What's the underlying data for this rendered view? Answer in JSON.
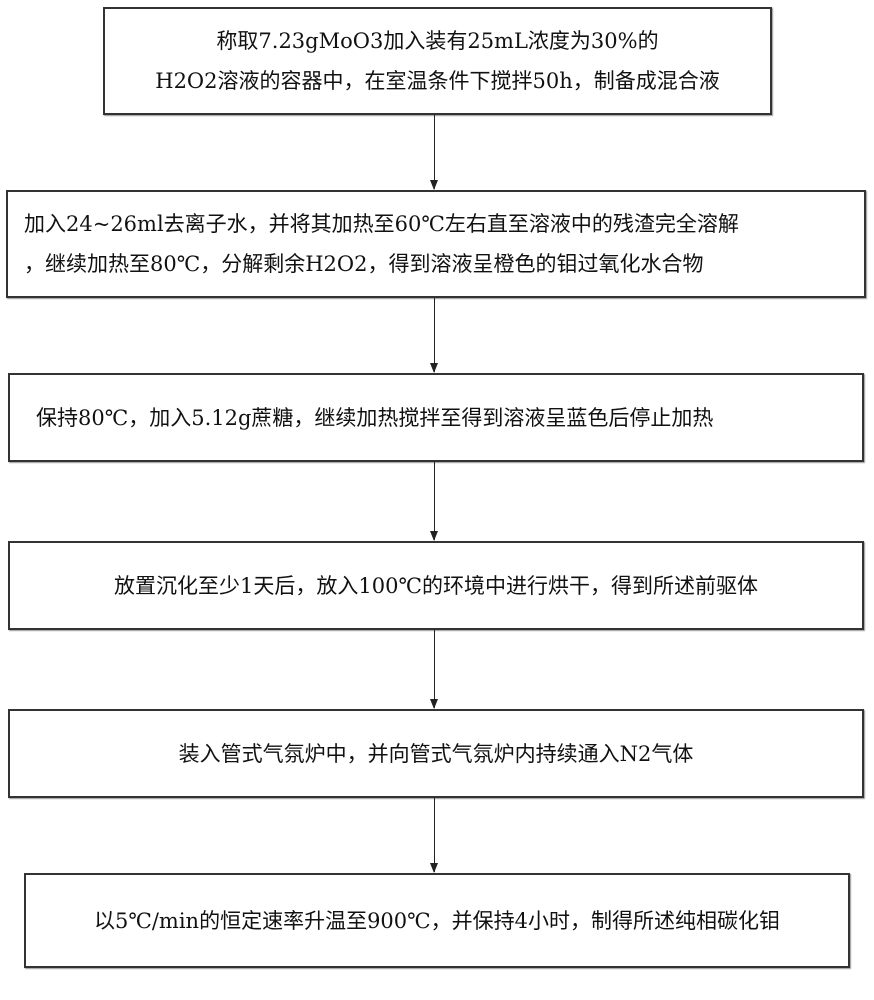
{
  "steps": [
    {
      "lines": [
        "称取7.23gMoO3加入装有25mL浓度为30%的",
        "H2O2溶液的容器中，在室温条件下搅拌50h，制备成混合液"
      ]
    },
    {
      "lines": [
        "加入24~26ml去离子水，并将其加热至60℃左右直至溶液中的残渣完全溶解",
        "，继续加热至80℃，分解剩余H2O2，得到溶液呈橙色的钼过氧化水合物"
      ]
    },
    {
      "lines": [
        "保持80℃，加入5.12g蔗糖，继续加热搅拌至得到溶液呈蓝色后停止加热"
      ]
    },
    {
      "lines": [
        "放置沉化至少1天后，放入100℃的环境中进行烘干，得到所述前驱体"
      ]
    },
    {
      "lines": [
        "装入管式气氛炉中，并向管式气氛炉内持续通入N2气体"
      ]
    },
    {
      "lines": [
        "以5℃/min的恒定速率升温至900℃，并保持4小时，制得所述纯相碳化钼"
      ]
    }
  ]
}
